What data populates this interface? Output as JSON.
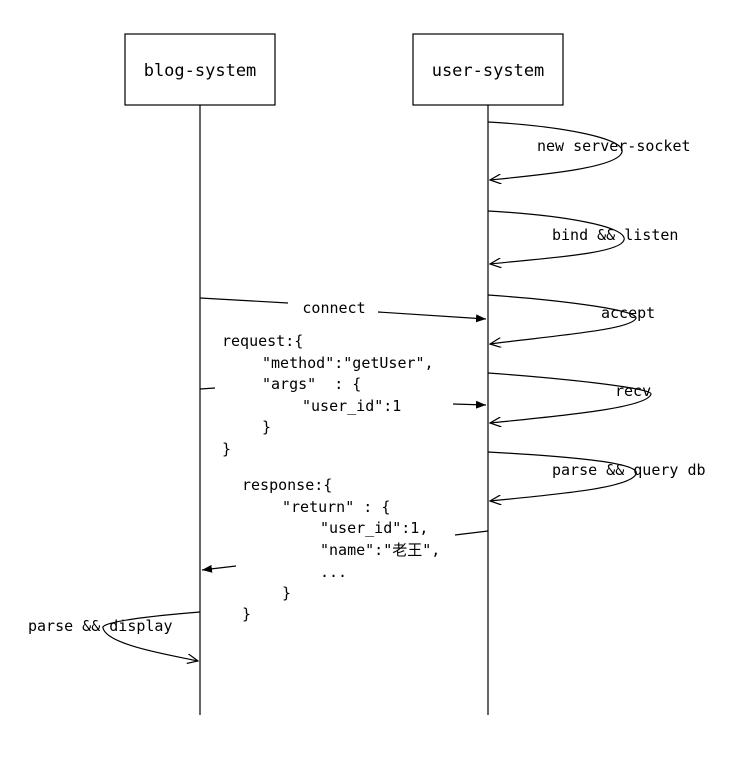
{
  "participants": {
    "blog": "blog-system",
    "user": "user-system"
  },
  "messages": {
    "new_server_socket": "new server-socket",
    "bind_listen": "bind && listen",
    "connect": "connect",
    "accept": "accept",
    "recv": "recv",
    "parse_query": "parse && query db",
    "parse_display": "parse && display"
  },
  "request": {
    "l1": "request:{",
    "l2": "\"method\":\"getUser\",",
    "l3": "\"args\"  : {",
    "l4": "\"user_id\":1",
    "l5": "}",
    "l6": "}"
  },
  "response": {
    "l1": "response:{",
    "l2": "\"return\" : {",
    "l3": "\"user_id\":1,",
    "l4": "\"name\":\"老王\",",
    "l5": "...",
    "l6": "}",
    "l7": "}"
  }
}
